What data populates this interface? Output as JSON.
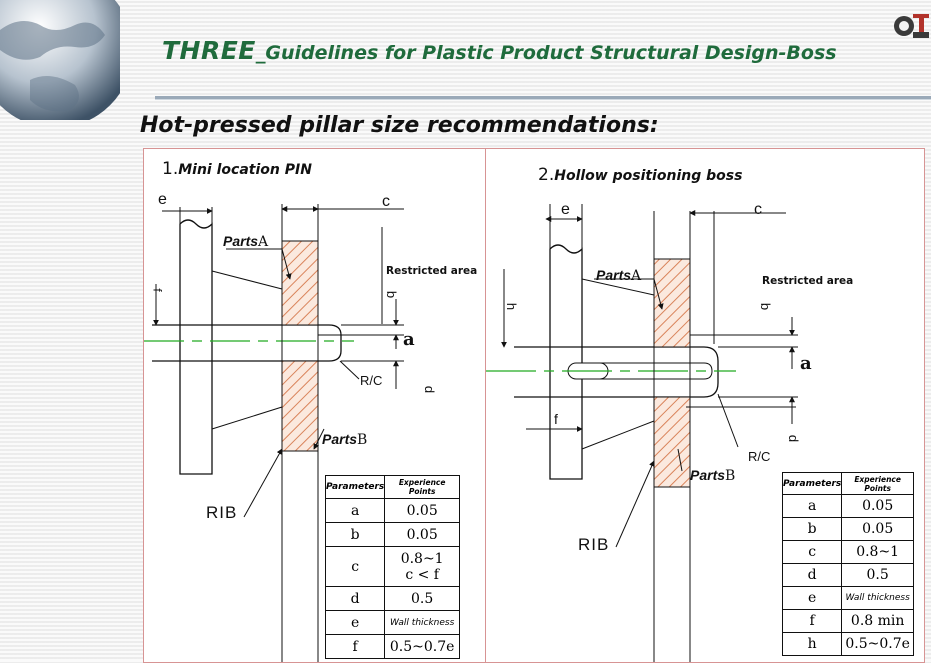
{
  "title": {
    "prefix": "THREE",
    "rest": "_Guidelines for Plastic Product Structural Design-Boss"
  },
  "subtitle": "Hot-pressed pillar size recommendations:",
  "left": {
    "num": "1.",
    "title": "Mini location PIN",
    "parts_a": "Parts",
    "parts_a_letter": "A",
    "parts_b": "Parts",
    "parts_b_letter": "B",
    "restricted": "Restricted area",
    "dims": {
      "e": "e",
      "c": "c",
      "f": "f",
      "b": "b",
      "a": "a",
      "d": "d"
    },
    "rc": "R/C",
    "rib": "RIB",
    "table": {
      "headers": [
        "Parameters",
        "Experience Points"
      ],
      "rows": [
        {
          "param": "a",
          "value": "0.05"
        },
        {
          "param": "b",
          "value": "0.05"
        },
        {
          "param": "c",
          "value": "0.8~1",
          "value2": "c < f"
        },
        {
          "param": "d",
          "value": "0.5"
        },
        {
          "param": "e",
          "value": "Wall thickness"
        },
        {
          "param": "f",
          "value": "0.5~0.7e"
        }
      ]
    }
  },
  "right": {
    "num": "2.",
    "title": "Hollow positioning boss",
    "parts_a": "Parts",
    "parts_a_letter": "A",
    "parts_b": "Parts",
    "parts_b_letter": "B",
    "restricted": "Restricted area",
    "dims": {
      "e": "e",
      "c": "c",
      "h": "h",
      "b": "b",
      "a": "a",
      "d": "d",
      "f": "f"
    },
    "rc": "R/C",
    "rib": "RIB",
    "table": {
      "headers": [
        "Parameters",
        "Experience Points"
      ],
      "rows": [
        {
          "param": "a",
          "value": "0.05"
        },
        {
          "param": "b",
          "value": "0.05"
        },
        {
          "param": "c",
          "value": "0.8~1"
        },
        {
          "param": "d",
          "value": "0.5"
        },
        {
          "param": "e",
          "value": "Wall thickness"
        },
        {
          "param": "f",
          "value": "0.8 min"
        },
        {
          "param": "h",
          "value": "0.5~0.7e"
        }
      ]
    }
  },
  "colors": {
    "title": "#1f6b3c",
    "hatch": "#d9835a",
    "centerline": "#22aa22",
    "panel_border": "#d79494"
  },
  "icons": [
    "globe-icon",
    "company-logo-icon"
  ]
}
